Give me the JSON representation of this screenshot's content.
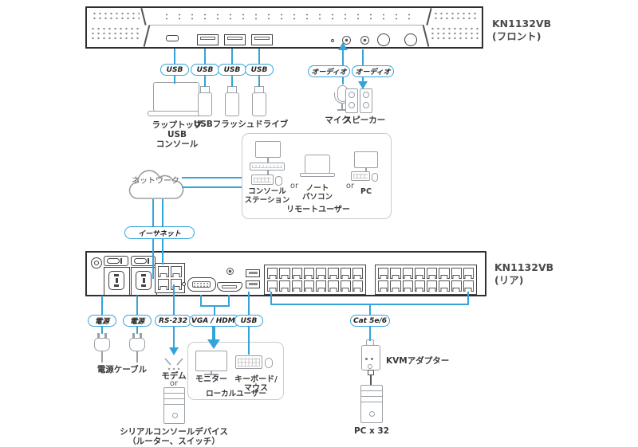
{
  "colors": {
    "accent": "#35a3d9",
    "panel_border": "#2e2e2e",
    "device_gray": "#9aa0a6"
  },
  "front": {
    "model": "KN1132VB",
    "side_label": "(フロント)"
  },
  "rear": {
    "model": "KN1132VB",
    "side_label": "(リア)"
  },
  "tags": {
    "usb1": "USB",
    "usb2": "USB",
    "usb3": "USB",
    "usb4": "USB",
    "audio1": "オーディオ",
    "audio2": "オーディオ",
    "ethernet": "イーサネット",
    "power1": "電源",
    "power2": "電源",
    "rs232": "RS-232",
    "vga_hdmi": "VGA / HDMI",
    "usb_rear": "USB",
    "cat": "Cat 5e/6"
  },
  "labels": {
    "laptop_line1": "ラップトップ",
    "laptop_line2": "USB",
    "laptop_line3": "コンソール",
    "flash": "USBフラッシュドライブ",
    "mic": "マイク",
    "speaker": "スピーカー",
    "network": "ネットワーク",
    "power_cable": "電源ケーブル",
    "modem": "モデム",
    "modem_or": "or",
    "serial_line1": "シリアルコンソールデバイス",
    "serial_line2": "（ルーター、スイッチ）",
    "kvm_adapter": "KVMアダプター",
    "pc32": "PC x 32"
  },
  "remote_box": {
    "console_line1": "コンソール",
    "console_line2": "ステーション",
    "or1": "or",
    "laptop_line1": "ノート",
    "laptop_line2": "パソコン",
    "or2": "or",
    "pc": "PC",
    "title": "リモートユーザー"
  },
  "local_box": {
    "monitor": "モニター",
    "keyboard": "キーボード/",
    "mouse": "マウス",
    "title": "ローカルユーザー"
  }
}
